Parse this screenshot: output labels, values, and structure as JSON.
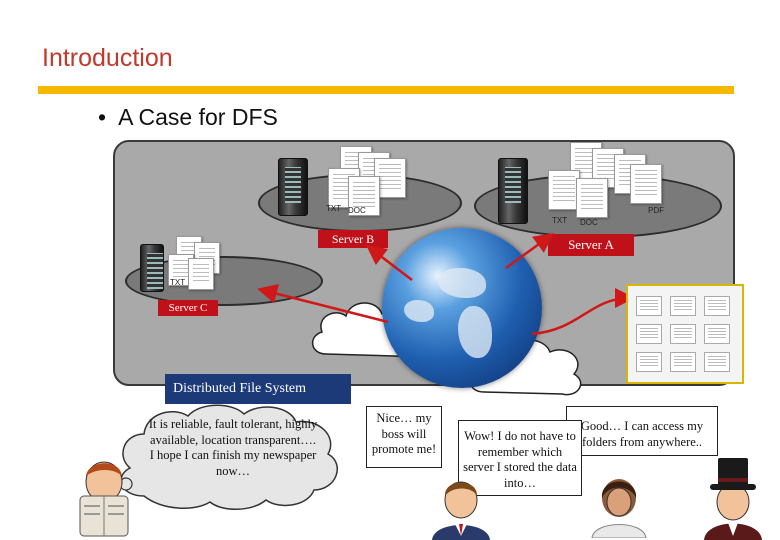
{
  "slide": {
    "title": "Introduction",
    "bullet": "A Case for DFS"
  },
  "diagram": {
    "system_label": "Distributed File System",
    "servers": {
      "a": "Server A",
      "b": "Server B",
      "c": "Server C"
    },
    "doc_tags": [
      "TXT",
      "DOC",
      "PDF"
    ],
    "network_icon": "globe-icon",
    "link_color": "#d01818",
    "label_color": "#c0101a",
    "system_label_color": "#1c3a78"
  },
  "speech": {
    "reader": "It is reliable, fault tolerant, highly available, location transparent…. I hope I can finish my newspaper now…",
    "boss": "Nice… my boss will promote me!",
    "remember": "Wow! I do not have to remember which server I stored the data into…",
    "anywhere": "Good… I can access my folders from anywhere.."
  },
  "colors": {
    "title": "#c0392b",
    "title_rule": "#f5b800",
    "container": "#a9a9a9"
  }
}
